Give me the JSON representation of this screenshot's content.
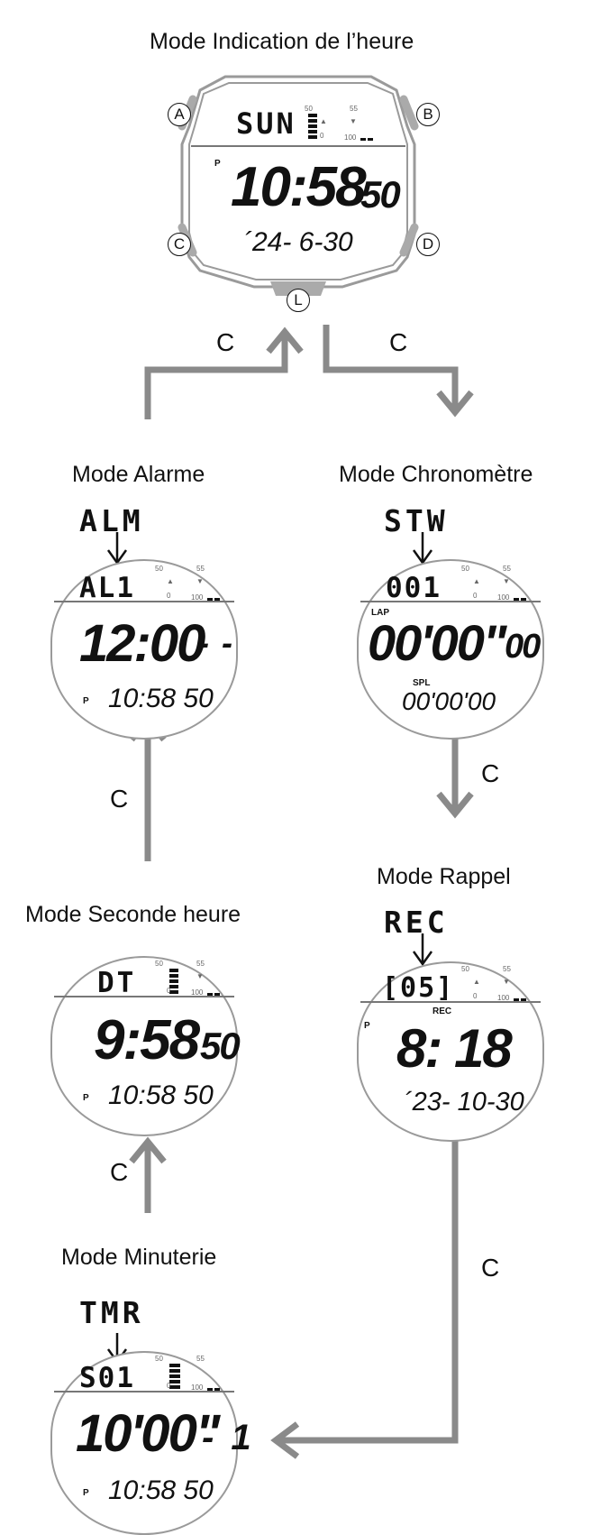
{
  "modes": {
    "timekeeping": {
      "title": "Mode Indication de l’heure",
      "top_text": "SUN",
      "main_time": "10:58",
      "main_sec": "50",
      "pm": "P",
      "date": "´24- 6-30",
      "buttons": [
        "A",
        "B",
        "C",
        "D",
        "L"
      ]
    },
    "alarm": {
      "title": "Mode Alarme",
      "symbol": "ALM",
      "top_text": "AL1",
      "main_time": "12:00",
      "main_suffix": "- -",
      "pm": "P",
      "sub_time": "10:58 50"
    },
    "stopwatch": {
      "title": "Mode Chronomètre",
      "symbol": "STW",
      "top_text": "001",
      "lap_label": "LAP",
      "main_time": "00'00\"",
      "main_suffix": "00",
      "spl_label": "SPL",
      "sub_time": "00'00'00"
    },
    "dual_time": {
      "title": "Mode Seconde heure",
      "top_text": "DT",
      "main_time": "9:58",
      "main_sec": "50",
      "pm": "P",
      "sub_time": "10:58 50"
    },
    "reminder": {
      "title": "Mode Rappel",
      "symbol": "REC",
      "top_text": "[05]",
      "rec_label": "REC",
      "main_time": "8: 18",
      "pm": "P",
      "date": "´23- 10-30"
    },
    "timer": {
      "title": "Mode Minuterie",
      "symbol": "TMR",
      "top_text": "S01",
      "main_time": "10'00\"",
      "main_suffix": "- 1",
      "pm": "P",
      "sub_time": "10:58 50"
    }
  },
  "gauge": {
    "n50": "50",
    "n55": "55",
    "n100": "100",
    "n0": "0"
  },
  "transition_label": "C"
}
